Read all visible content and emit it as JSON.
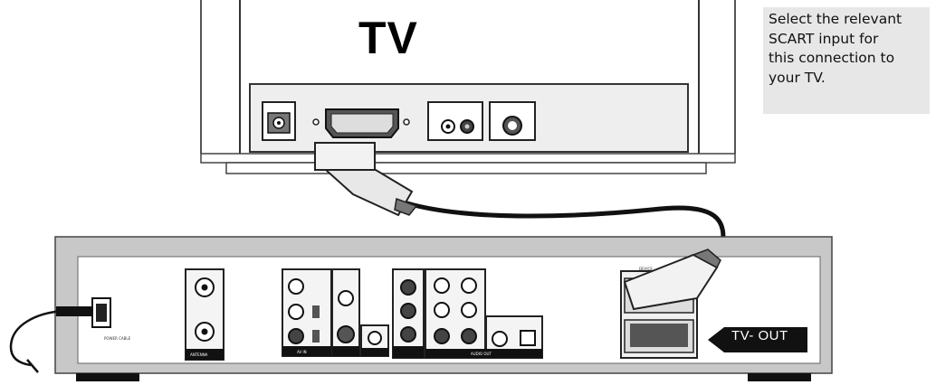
{
  "note": {
    "lines": [
      "Select the relevant",
      "SCART input for",
      "this connection to",
      "your TV."
    ]
  },
  "tv": {
    "title": "TV"
  },
  "tv_out": {
    "label": "TV- OUT"
  }
}
